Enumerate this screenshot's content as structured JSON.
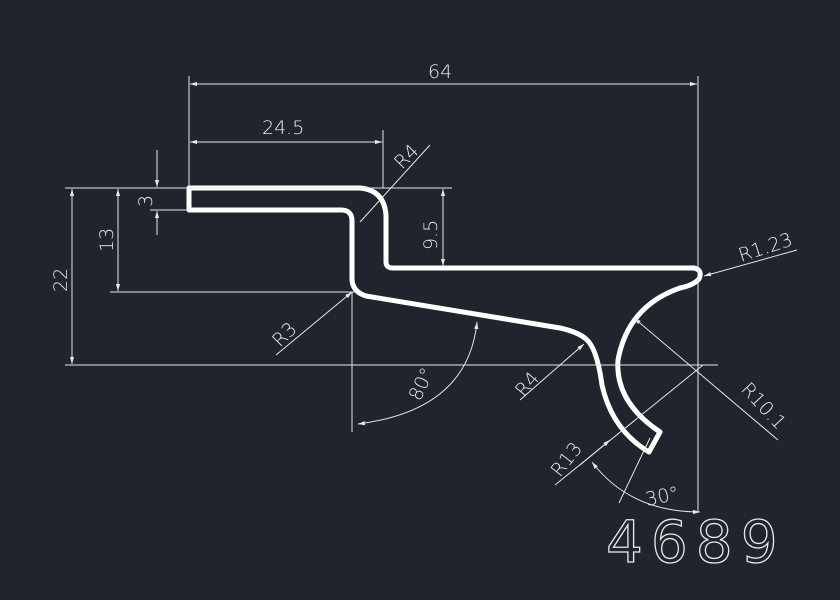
{
  "drawing": {
    "part_number": "4689",
    "background_color": "#1f242d",
    "line_color": "#ffffff",
    "dimensions": {
      "overall_width": "64",
      "top_width": "24.5",
      "top_radius": "R4",
      "step_height": "9.5",
      "thickness": "3",
      "inner_height": "13",
      "total_height": "22",
      "lower_radius_left": "R3",
      "angle_arm": "80°",
      "lower_radius_right": "R4",
      "tip_radius": "R1.23",
      "hook_inner_radius": "R10.1",
      "hook_outer_radius": "R13",
      "angle_hook": "30°"
    }
  }
}
